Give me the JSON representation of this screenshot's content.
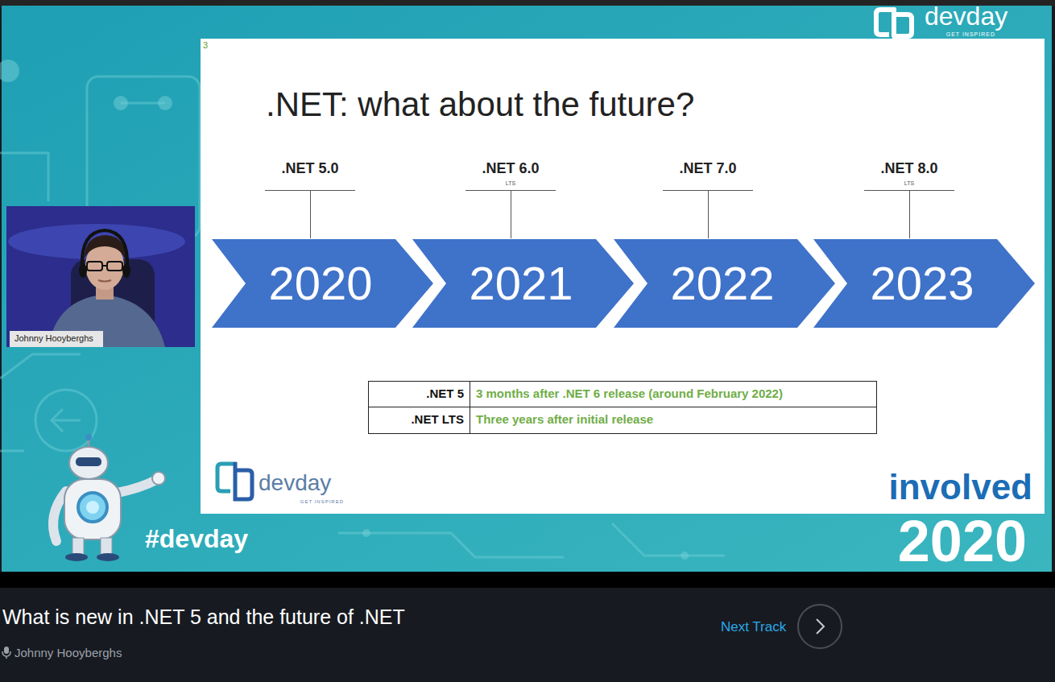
{
  "diagram": {
    "title": ".NET: what about the future?",
    "caption": "What is new in .NET 5 and the future of .NET",
    "nodes": [
      {
        "text": [
          "2020"
        ]
      },
      {
        "text": [
          "2021"
        ]
      },
      {
        "text": [
          "2022"
        ]
      },
      {
        "text": [
          "2023"
        ]
      }
    ],
    "labels": [
      "3",
      ".NET 5.0",
      ".NET 6.0",
      "LTS",
      ".NET 7.0",
      ".NET 8.0",
      "LTS",
      ".NET 5",
      "3 months after .NET 6 release (around February 2022)",
      ".NET LTS",
      "Three years after initial release",
      "devday",
      "GET INSPIRED",
      "Johnny Hooyberghs",
      "devday",
      "GET INSPIRED",
      "#devday",
      "involved",
      "2020",
      "Johnny Hooyberghs",
      "Next Track"
    ]
  }
}
